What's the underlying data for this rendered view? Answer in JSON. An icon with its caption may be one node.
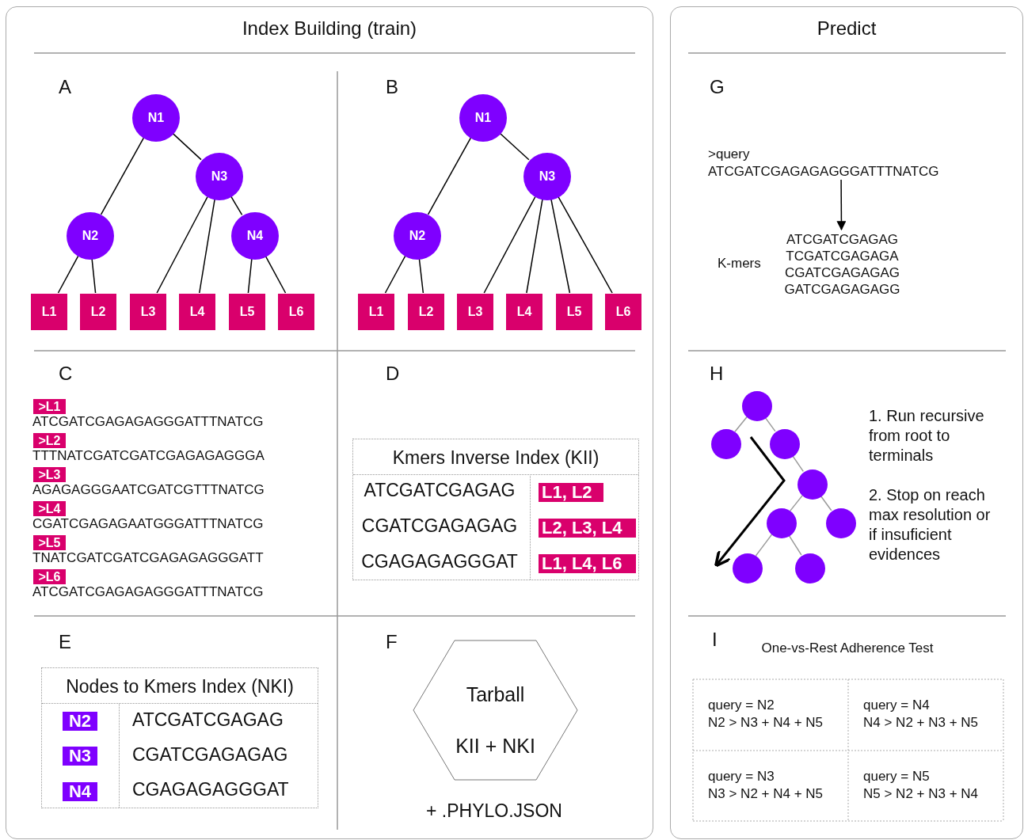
{
  "diagram": {
    "nodes": [
      {
        "text": [
          "Index Building (train)"
        ]
      },
      {
        "text": [
          "Predict"
        ]
      },
      {
        "text": [
          "N1"
        ],
        "in": 0
      },
      {
        "text": [
          "N2"
        ],
        "in": 0
      },
      {
        "text": [
          "N3"
        ],
        "in": 0
      },
      {
        "text": [
          "N4"
        ],
        "in": 0
      },
      {
        "text": [
          "L1"
        ],
        "in": 0
      },
      {
        "text": [
          "L2"
        ],
        "in": 0
      },
      {
        "text": [
          "L3"
        ],
        "in": 0
      },
      {
        "text": [
          "L4"
        ],
        "in": 0
      },
      {
        "text": [
          "L5"
        ],
        "in": 0
      },
      {
        "text": [
          "L6"
        ],
        "in": 0
      },
      {
        "text": [
          "N1"
        ],
        "in": 0
      },
      {
        "text": [
          "N2"
        ],
        "in": 0
      },
      {
        "text": [
          "N3"
        ],
        "in": 0
      },
      {
        "text": [
          "L1"
        ],
        "in": 0
      },
      {
        "text": [
          "L2"
        ],
        "in": 0
      },
      {
        "text": [
          "L3"
        ],
        "in": 0
      },
      {
        "text": [
          "L4"
        ],
        "in": 0
      },
      {
        "text": [
          "L5"
        ],
        "in": 0
      },
      {
        "text": [
          "L6"
        ],
        "in": 0
      },
      {
        "text": [
          ">L1"
        ],
        "in": 0
      },
      {
        "text": [
          ">L2"
        ],
        "in": 0
      },
      {
        "text": [
          ">L3"
        ],
        "in": 0
      },
      {
        "text": [
          ">L4"
        ],
        "in": 0
      },
      {
        "text": [
          ">L5"
        ],
        "in": 0
      },
      {
        "text": [
          ">L6"
        ],
        "in": 0
      },
      {
        "text": [
          "Kmers Inverse Index (KII)"
        ],
        "in": 0
      },
      {
        "text": [
          "L1, L2"
        ],
        "in": 27
      },
      {
        "text": [
          "L2, L3, L4"
        ],
        "in": 27
      },
      {
        "text": [
          "L1, L4, L6"
        ],
        "in": 27
      },
      {
        "text": [
          "Nodes to Kmers Index (NKI)"
        ],
        "in": 0
      },
      {
        "text": [
          "N2"
        ],
        "in": 31
      },
      {
        "text": [
          "N3"
        ],
        "in": 31
      },
      {
        "text": [
          "N4"
        ],
        "in": 31
      },
      {
        "text": [
          "Tarball",
          "KII + NKI"
        ],
        "beside": [
          "+ .PHYLO.JSON"
        ],
        "in": 0
      },
      {
        "text": [
          ">query",
          "ATCGATCGAGAGAGGGATTTNATCG"
        ],
        "in": 1
      },
      {
        "text": [
          "ATCGATCGAGAG",
          "TCGATCGAGAGA",
          "CGATCGAGAGAG",
          "GATCGAGAGAGG"
        ],
        "beside": [
          "K-mers"
        ],
        "in": 1
      },
      {
        "text": [],
        "shape": "circle",
        "in": 1
      },
      {
        "text": [],
        "shape": "circle",
        "in": 1
      },
      {
        "text": [],
        "shape": "circle",
        "in": 1
      },
      {
        "text": [],
        "shape": "circle",
        "in": 1
      },
      {
        "text": [],
        "shape": "circle",
        "in": 1
      },
      {
        "text": [],
        "shape": "circle",
        "in": 1
      },
      {
        "text": [],
        "shape": "circle",
        "in": 1
      },
      {
        "text": [],
        "shape": "circle",
        "in": 1
      }
    ],
    "edges": [
      {
        "from": 2,
        "to": 3,
        "arrow": "none"
      },
      {
        "from": 2,
        "to": 4,
        "arrow": "none"
      },
      {
        "from": 3,
        "to": 6,
        "arrow": "none"
      },
      {
        "from": 3,
        "to": 7,
        "arrow": "none"
      },
      {
        "from": 4,
        "to": 8,
        "arrow": "none"
      },
      {
        "from": 4,
        "to": 9,
        "arrow": "none"
      },
      {
        "from": 4,
        "to": 5,
        "arrow": "none"
      },
      {
        "from": 5,
        "to": 10,
        "arrow": "none"
      },
      {
        "from": 5,
        "to": 11,
        "arrow": "none"
      },
      {
        "from": 12,
        "to": 13,
        "arrow": "none"
      },
      {
        "from": 12,
        "to": 14,
        "arrow": "none"
      },
      {
        "from": 13,
        "to": 15,
        "arrow": "none"
      },
      {
        "from": 13,
        "to": 16,
        "arrow": "none"
      },
      {
        "from": 14,
        "to": 17,
        "arrow": "none"
      },
      {
        "from": 14,
        "to": 18,
        "arrow": "none"
      },
      {
        "from": 14,
        "to": 19,
        "arrow": "none"
      },
      {
        "from": 14,
        "to": 20,
        "arrow": "none"
      },
      {
        "from": 36,
        "to": 37,
        "arrow": "to"
      },
      {
        "from": 38,
        "to": 39,
        "arrow": "none",
        "color": "#999999"
      },
      {
        "from": 38,
        "to": 40,
        "arrow": "none",
        "color": "#999999"
      },
      {
        "from": 40,
        "to": 41,
        "arrow": "none",
        "color": "#999999"
      },
      {
        "from": 41,
        "to": 42,
        "arrow": "none",
        "color": "#999999"
      },
      {
        "from": 41,
        "to": 43,
        "arrow": "none",
        "color": "#999999"
      },
      {
        "from": 42,
        "to": 44,
        "arrow": "none",
        "color": "#999999"
      },
      {
        "from": 42,
        "to": 45,
        "arrow": "none",
        "color": "#999999"
      }
    ],
    "labels": [
      "A",
      "B",
      "C",
      "ATCGATCGAGAGAGGGATTTNATCG",
      "TTTNATCGATCGATCGAGAGAGGGA",
      "AGAGAGGGAATCGATCGTTTNATCG",
      "CGATCGAGAGAATGGGATTTNATCG",
      "TNATCGATCGATCGAGAGAGGGATT",
      "ATCGATCGAGAGAGGGATTTNATCG",
      "D",
      "ATCGATCGAGAG",
      "CGATCGAGAGAG",
      "CGAGAGAGGGAT",
      "E",
      "ATCGATCGAGAG",
      "CGATCGAGAGAG",
      "CGAGAGAGGGAT",
      "F",
      "G",
      "H",
      "1. Run recursive from root to terminals",
      "2. Stop on reach max resolution or if insuficient evidences",
      "I",
      "One-vs-Rest Adherence Test",
      "query = N2",
      "N2 > N3 + N4 + N5",
      "query = N4",
      "N4 > N2 + N3 + N5",
      "query = N3",
      "N3 > N2 + N4 + N5",
      "query = N5",
      "N5 > N2 + N3 + N4"
    ]
  }
}
